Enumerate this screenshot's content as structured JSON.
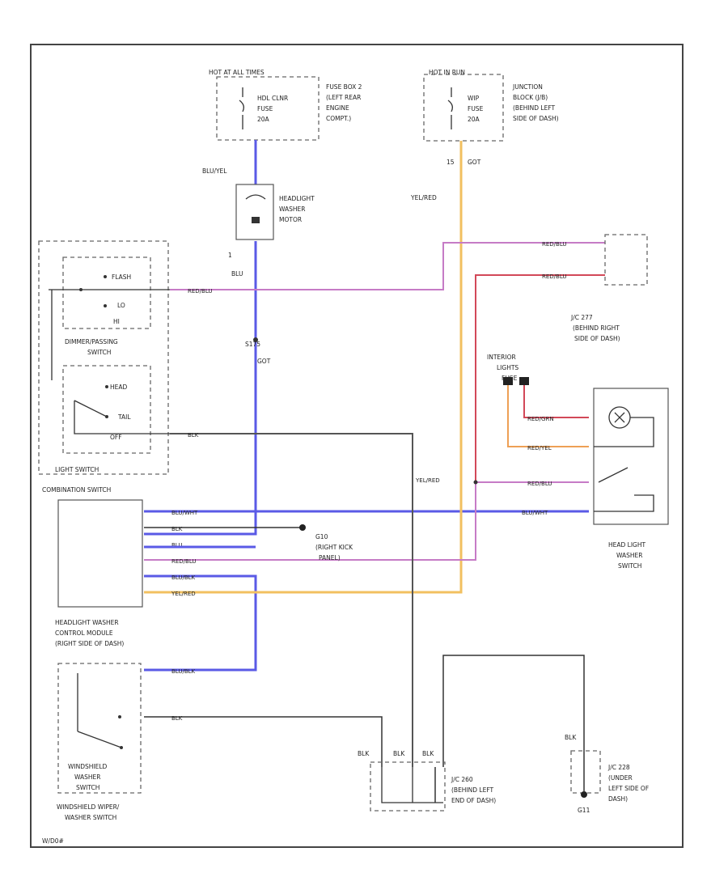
{
  "figure_id": "W/D0#",
  "fuse_box_2": {
    "title": "HOT AT ALL TIMES",
    "fuse": [
      "HDL CLNR",
      "FUSE",
      "20A"
    ],
    "location": [
      "FUSE BOX 2",
      "(LEFT REAR",
      "ENGINE",
      "COMPT.)"
    ]
  },
  "junction_block": {
    "title": "HOT IN RUN",
    "fuse": [
      "WIP",
      "FUSE",
      "20A"
    ],
    "location": [
      "JUNCTION",
      "BLOCK (J/B)",
      "(BEHIND LEFT",
      "SIDE OF DASH)"
    ]
  },
  "motor": {
    "label": [
      "HEADLIGHT",
      "WASHER",
      "MOTOR"
    ],
    "wire_top": "BLU/YEL",
    "wire_bottom": "BLU",
    "pin": "1"
  },
  "splice_s175": {
    "label": "S175",
    "code": "GOT"
  },
  "jb_connector_wire": "YEL/RED",
  "jb_connector_pin": "15",
  "jb_connector_code": "GOT",
  "dimmer_switch": {
    "positions": [
      "FLASH",
      "LO",
      "HI"
    ],
    "label": [
      "DIMMER/PASSING",
      "SWITCH"
    ],
    "wire": "RED/BLU"
  },
  "light_switch": {
    "positions": [
      "HEAD",
      "TAIL",
      "OFF"
    ],
    "label": "LIGHT SWITCH",
    "wire": "BLK"
  },
  "combination_switch": "COMBINATION SWITCH",
  "jc_277": {
    "label": [
      "J/C 277",
      "(BEHIND RIGHT",
      "SIDE OF DASH)"
    ],
    "wire_1": "RED/BLU",
    "wire_2": "RED/BLU"
  },
  "interior_lights_fuse": {
    "label": [
      "INTERIOR",
      "LIGHTS",
      "FUSE"
    ]
  },
  "washer_switch_module": {
    "label": [
      "HEAD LIGHT",
      "WASHER",
      "SWITCH"
    ],
    "wires": [
      "RED/GRN",
      "RED/YEL",
      "RED/BLU",
      "BLU/WHT"
    ]
  },
  "control_module": {
    "label": [
      "HEADLIGHT WASHER",
      "CONTROL MODULE",
      "(RIGHT SIDE OF DASH)"
    ],
    "wires": [
      "BLU/WHT",
      "BLK",
      "BLU",
      "RED/BLU",
      "BLU/BLK",
      "YEL/RED"
    ]
  },
  "ground_g10": {
    "label": [
      "G10",
      "(RIGHT KICK",
      "PANEL)"
    ]
  },
  "ws_switch": {
    "inner_label": [
      "WINDSHIELD",
      "WASHER",
      "SWITCH"
    ],
    "outer_label": [
      "WINDSHIELD WIPER/",
      "WASHER SWITCH"
    ],
    "wire_1": "BLU/BLK",
    "wire_2": "BLK"
  },
  "jc_260": {
    "label": [
      "J/C 260",
      "(BEHIND LEFT",
      "END OF DASH)"
    ],
    "wires": [
      "BLK",
      "BLK",
      "BLK"
    ]
  },
  "jc_228": {
    "label": [
      "J/C 228",
      "(UNDER",
      "LEFT SIDE OF",
      "DASH)"
    ],
    "wire": "BLK",
    "ground": "G11"
  }
}
